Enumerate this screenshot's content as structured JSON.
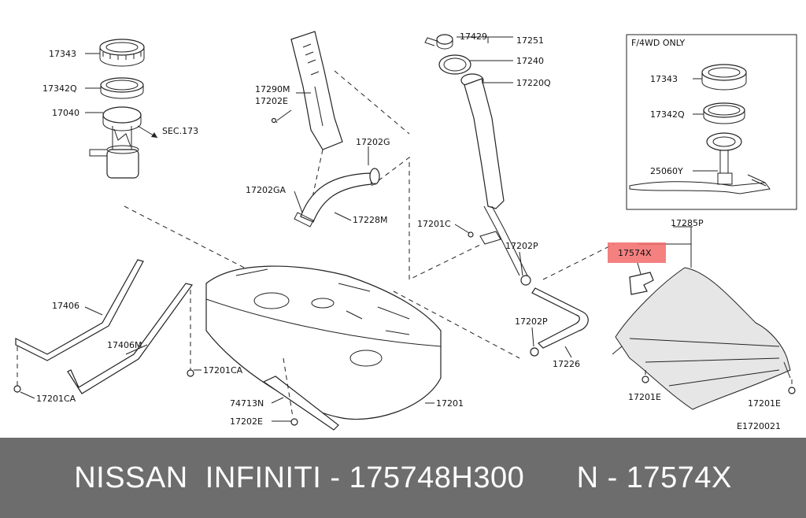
{
  "colors": {
    "highlight": "#f26a6a",
    "caption_bg": "#6d6d6d",
    "caption_text": "#ffffff"
  },
  "inset_title": "F/4WD ONLY",
  "labels": {
    "p17343": "17343",
    "p17342q": "17342Q",
    "p17040": "17040",
    "sec173": "SEC.173",
    "p17290m": "17290M",
    "p17202e_top": "17202E",
    "p17429": "17429",
    "p17251": "17251",
    "p17240": "17240",
    "p17220q": "17220Q",
    "p17202g": "17202G",
    "p17202ga": "17202GA",
    "p17228m": "17228M",
    "p17201c": "17201C",
    "p17202p_upper": "17202P",
    "p17285p": "17285P",
    "p17574x": "17574X",
    "p17406": "17406",
    "p17406m": "17406M",
    "p17201ca_right": "17201CA",
    "p17201ca_left": "17201CA",
    "p74713n": "74713N",
    "p17202e_bottom": "17202E",
    "p17201": "17201",
    "p17202p_lower": "17202P",
    "p17226": "17226",
    "p17201e_left": "17201E",
    "p17201e_right": "17201E",
    "diagram_code": "E1720021",
    "inset_17343": "17343",
    "inset_17342q": "17342Q",
    "inset_25060y": "25060Y"
  },
  "caption": "NISSAN  INFINITI - 175748H300      N - 17574X"
}
